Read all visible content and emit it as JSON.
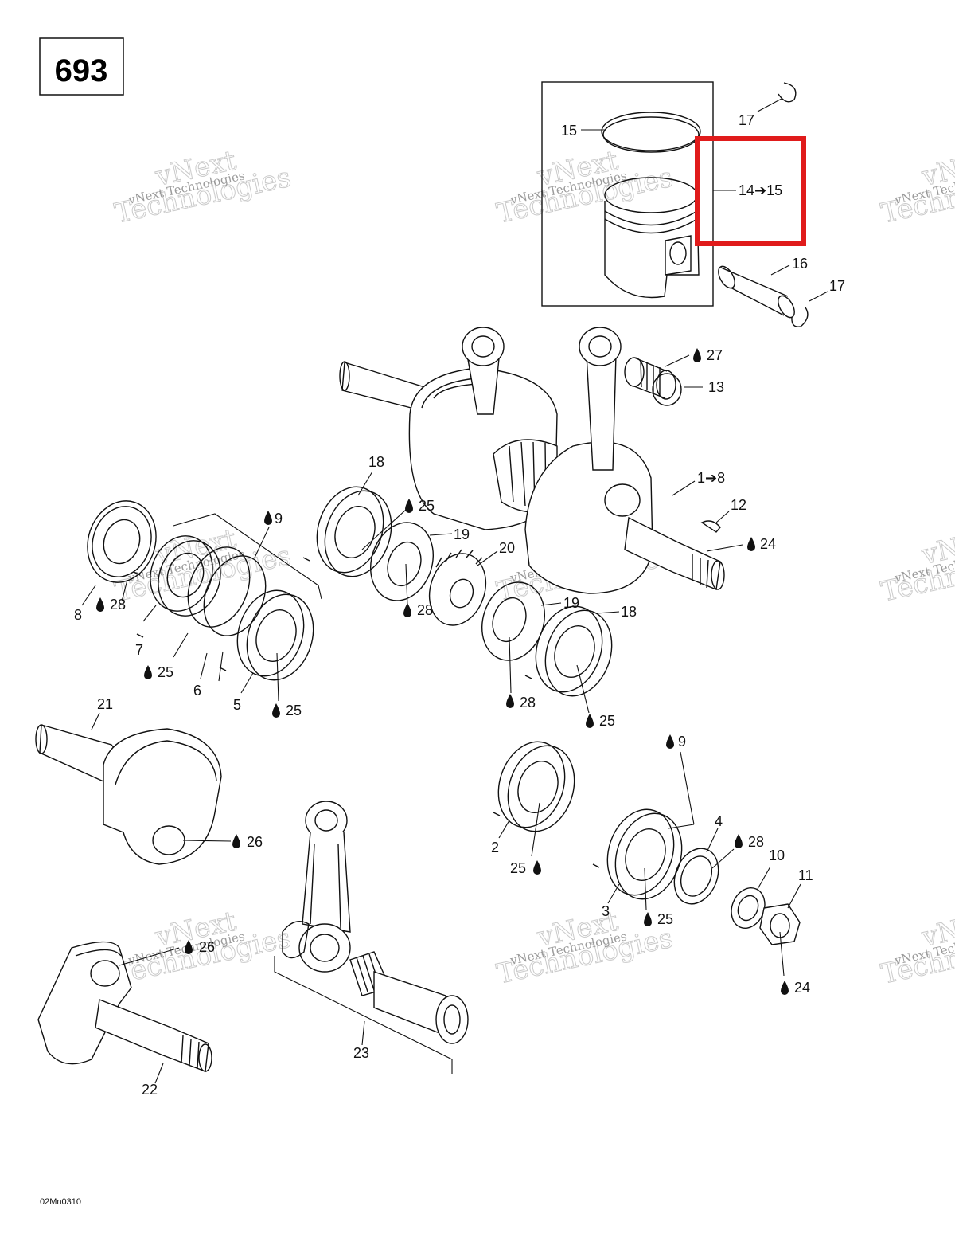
{
  "page_number": "693",
  "drawing_code": "02Mn0310",
  "highlight_color": "#e01b1b",
  "watermark": {
    "line1": "vNext",
    "line2": "Technologies",
    "small": "vNext Technologies"
  },
  "labels": {
    "p1_8": "1➔8",
    "p2": "2",
    "p3": "3",
    "p4": "4",
    "p5": "5",
    "p6": "6",
    "p7": "7",
    "p8": "8",
    "p9_top": "9",
    "p9_right": "9",
    "p10": "10",
    "p11": "11",
    "p12": "12",
    "p13": "13",
    "p14_15": "14➔15",
    "p15": "15",
    "p16": "16",
    "p17_top": "17",
    "p17_right": "17",
    "p18_top": "18",
    "p18_right": "18",
    "p19_top": "19",
    "p19_right": "19",
    "p20": "20",
    "p21": "21",
    "p22": "22",
    "p23": "23",
    "p24_crank": "24",
    "p24_nut": "24",
    "p25_a": "25",
    "p25_b": "25",
    "p25_c": "25",
    "p25_d": "25",
    "p25_e": "25",
    "p25_f": "25",
    "p26_a": "26",
    "p26_b": "26",
    "p27": "27",
    "p28_a": "28",
    "p28_b": "28",
    "p28_c": "28",
    "p28_d": "28"
  }
}
